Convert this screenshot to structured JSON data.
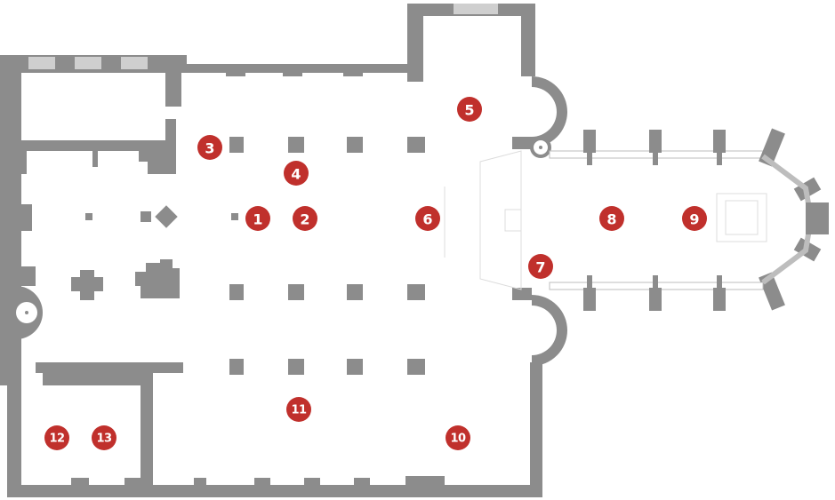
{
  "colors": {
    "wall": "#8c8c8c",
    "window": "#cfcfcf",
    "floor": "#ffffff",
    "marker": "#c0302c",
    "marker_text": "#ffffff",
    "fine_line": "#dcdcdc"
  },
  "markers": [
    {
      "label": "1"
    },
    {
      "label": "2"
    },
    {
      "label": "3"
    },
    {
      "label": "4"
    },
    {
      "label": "5"
    },
    {
      "label": "6"
    },
    {
      "label": "7"
    },
    {
      "label": "8"
    },
    {
      "label": "9"
    },
    {
      "label": "10"
    },
    {
      "label": "11"
    },
    {
      "label": "12"
    },
    {
      "label": "13"
    }
  ]
}
